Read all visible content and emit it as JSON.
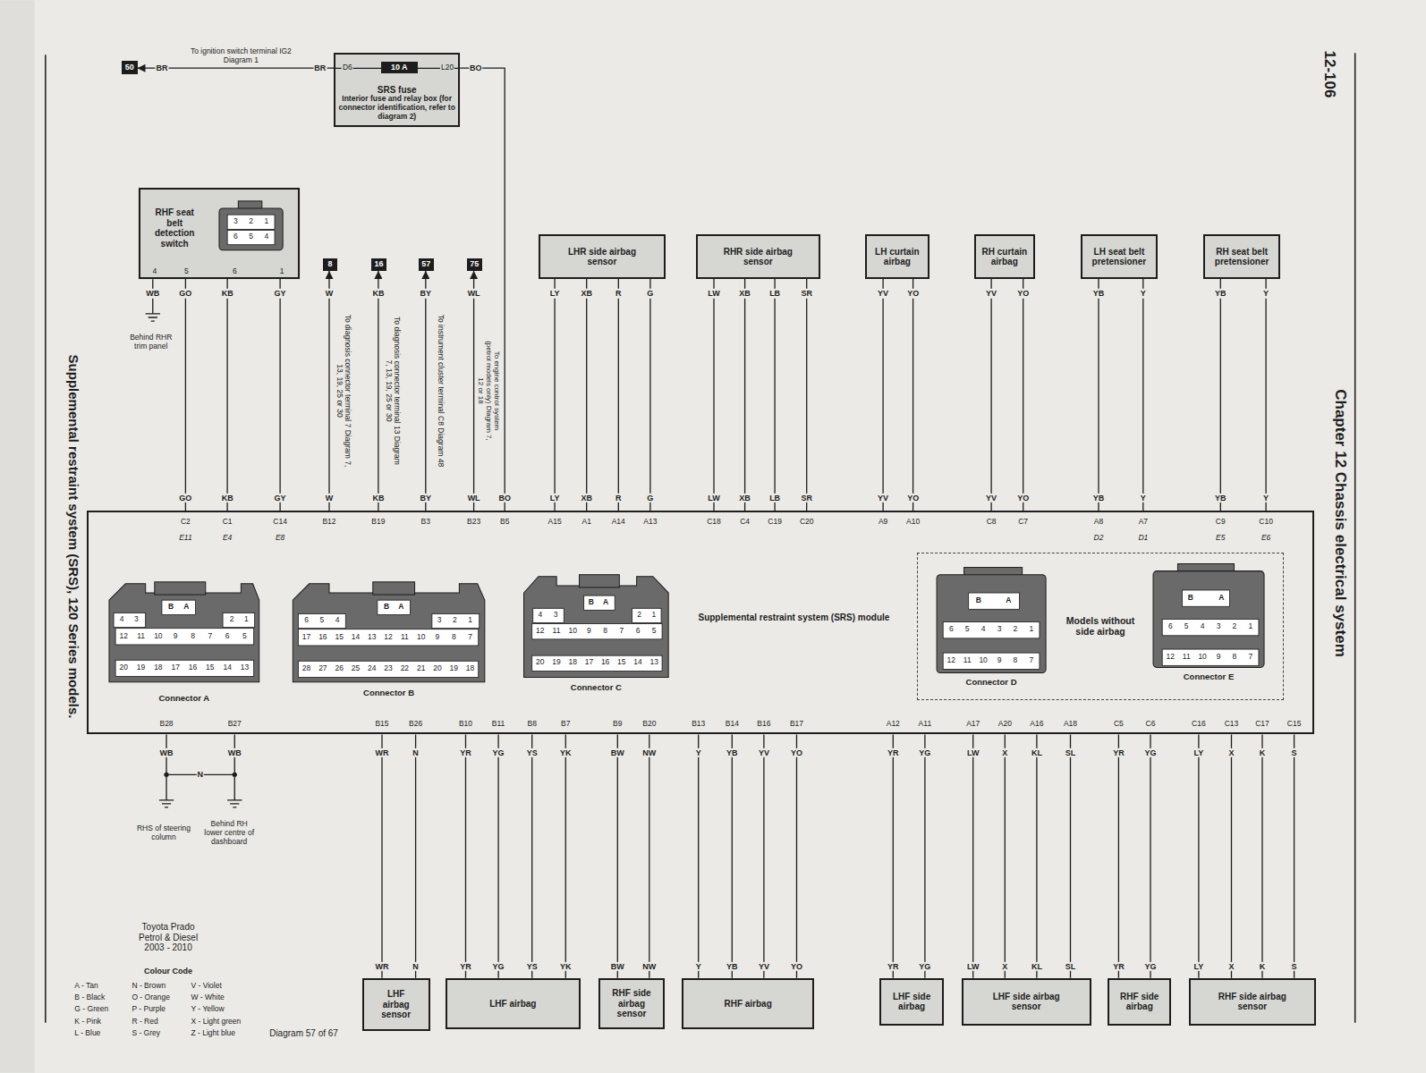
{
  "diagram": {
    "title": "Supplemental restraint system (SRS), 120 Series models.",
    "nodes": [
      {
        "text": [
          "50"
        ]
      },
      {
        "text": [
          "SRS fuse",
          "Interior fuse and relay box (for connector identification, refer to diagram 2)"
        ]
      },
      {
        "text": [
          "10 A"
        ],
        "in": 1
      },
      {
        "text": [
          "RHF seat belt detection switch"
        ]
      },
      {
        "text": [
          "8"
        ]
      },
      {
        "text": [
          "16"
        ]
      },
      {
        "text": [
          "57"
        ]
      },
      {
        "text": [
          "75"
        ]
      },
      {
        "text": [
          "LHR side airbag sensor"
        ]
      },
      {
        "text": [
          "RHR side airbag sensor"
        ]
      },
      {
        "text": [
          "LH curtain airbag"
        ]
      },
      {
        "text": [
          "RH curtain airbag"
        ]
      },
      {
        "text": [
          "LH seat belt pretensioner"
        ]
      },
      {
        "text": [
          "RH seat belt pretensioner"
        ]
      },
      {
        "text": [
          "Supplemental restraint system (SRS) module"
        ]
      },
      {
        "text": [
          "Connector A"
        ],
        "in": 14
      },
      {
        "text": [
          "Connector B"
        ],
        "in": 14
      },
      {
        "text": [
          "Connector C"
        ],
        "in": 14
      },
      {
        "text": [
          "Models without side airbag"
        ],
        "in": 14
      },
      {
        "text": [
          "Connector D"
        ],
        "in": 18
      },
      {
        "text": [
          "Connector E"
        ],
        "in": 18
      },
      {
        "text": [
          "LHF airbag sensor"
        ]
      },
      {
        "text": [
          "LHF airbag"
        ]
      },
      {
        "text": [
          "RHF side airbag sensor"
        ]
      },
      {
        "text": [
          "RHF airbag"
        ]
      },
      {
        "text": [
          "LHF side airbag"
        ]
      },
      {
        "text": [
          "LHF side airbag sensor"
        ]
      },
      {
        "text": [
          "RHF side airbag"
        ]
      },
      {
        "text": [
          "RHF side airbag sensor"
        ]
      }
    ],
    "edges": [
      {
        "from": 1,
        "to": 0,
        "arrow": "to"
      },
      {
        "from": 1,
        "to": 14,
        "arrow": "none"
      },
      {
        "from": 3,
        "to": 14,
        "arrow": "none"
      },
      {
        "from": 3,
        "to": 14,
        "arrow": "none"
      },
      {
        "from": 3,
        "to": 14,
        "arrow": "none"
      },
      {
        "from": 14,
        "to": 4,
        "arrow": "to"
      },
      {
        "from": 14,
        "to": 5,
        "arrow": "to"
      },
      {
        "from": 14,
        "to": 6,
        "arrow": "to"
      },
      {
        "from": 14,
        "to": 7,
        "arrow": "to"
      },
      {
        "from": 8,
        "to": 14,
        "arrow": "none"
      },
      {
        "from": 8,
        "to": 14,
        "arrow": "none"
      },
      {
        "from": 8,
        "to": 14,
        "arrow": "none"
      },
      {
        "from": 8,
        "to": 14,
        "arrow": "none"
      },
      {
        "from": 9,
        "to": 14,
        "arrow": "none"
      },
      {
        "from": 9,
        "to": 14,
        "arrow": "none"
      },
      {
        "from": 9,
        "to": 14,
        "arrow": "none"
      },
      {
        "from": 9,
        "to": 14,
        "arrow": "none"
      },
      {
        "from": 10,
        "to": 14,
        "arrow": "none"
      },
      {
        "from": 10,
        "to": 14,
        "arrow": "none"
      },
      {
        "from": 11,
        "to": 14,
        "arrow": "none"
      },
      {
        "from": 11,
        "to": 14,
        "arrow": "none"
      },
      {
        "from": 12,
        "to": 14,
        "arrow": "none"
      },
      {
        "from": 12,
        "to": 14,
        "arrow": "none"
      },
      {
        "from": 13,
        "to": 14,
        "arrow": "none"
      },
      {
        "from": 13,
        "to": 14,
        "arrow": "none"
      },
      {
        "from": 14,
        "to": 21,
        "arrow": "none"
      },
      {
        "from": 14,
        "to": 21,
        "arrow": "none"
      },
      {
        "from": 14,
        "to": 22,
        "arrow": "none"
      },
      {
        "from": 14,
        "to": 22,
        "arrow": "none"
      },
      {
        "from": 14,
        "to": 22,
        "arrow": "none"
      },
      {
        "from": 14,
        "to": 22,
        "arrow": "none"
      },
      {
        "from": 14,
        "to": 23,
        "arrow": "none"
      },
      {
        "from": 14,
        "to": 23,
        "arrow": "none"
      },
      {
        "from": 14,
        "to": 24,
        "arrow": "none"
      },
      {
        "from": 14,
        "to": 24,
        "arrow": "none"
      },
      {
        "from": 14,
        "to": 24,
        "arrow": "none"
      },
      {
        "from": 14,
        "to": 24,
        "arrow": "none"
      },
      {
        "from": 14,
        "to": 25,
        "arrow": "none"
      },
      {
        "from": 14,
        "to": 25,
        "arrow": "none"
      },
      {
        "from": 14,
        "to": 26,
        "arrow": "none"
      },
      {
        "from": 14,
        "to": 26,
        "arrow": "none"
      },
      {
        "from": 14,
        "to": 26,
        "arrow": "none"
      },
      {
        "from": 14,
        "to": 26,
        "arrow": "none"
      },
      {
        "from": 14,
        "to": 27,
        "arrow": "none"
      },
      {
        "from": 14,
        "to": 27,
        "arrow": "none"
      },
      {
        "from": 14,
        "to": 28,
        "arrow": "none"
      },
      {
        "from": 14,
        "to": 28,
        "arrow": "none"
      },
      {
        "from": 14,
        "to": 28,
        "arrow": "none"
      },
      {
        "from": 14,
        "to": 28,
        "arrow": "none"
      }
    ],
    "labels": [
      "12-106",
      "Chapter 12 Chassis electrical system",
      "BR",
      "To ignition switch terminal IG2 Diagram 1",
      "BR",
      "D6",
      "L20",
      "BO",
      "3",
      "2",
      "1",
      "6",
      "5",
      "4",
      "4",
      "5",
      "6",
      "1",
      "WB",
      "Behind RHR trim panel",
      "To diagnosis connector terminal 7 Diagram 7, 13, 19, 25 or 30",
      "To diagnosis connector terminal 13 Diagram 7, 13, 19, 25 or 30",
      "To instrument cluster terminal C8 Diagram 48",
      "To engine control system (petrol models only) Diagram 7, 12 or 18",
      "GO",
      "GO",
      "C2",
      "E11",
      "KB",
      "KB",
      "C1",
      "E4",
      "GY",
      "GY",
      "C14",
      "E8",
      "W",
      "W",
      "B12",
      "KB",
      "KB",
      "B19",
      "BY",
      "BY",
      "B3",
      "WL",
      "WL",
      "B23",
      "BO",
      "B5",
      "LY",
      "LY",
      "A15",
      "XB",
      "XB",
      "A1",
      "R",
      "R",
      "A14",
      "G",
      "G",
      "A13",
      "LW",
      "LW",
      "C18",
      "XB",
      "XB",
      "C4",
      "LB",
      "LB",
      "C19",
      "SR",
      "SR",
      "C20",
      "YV",
      "YV",
      "A9",
      "YO",
      "YO",
      "A10",
      "YV",
      "YV",
      "C8",
      "YO",
      "YO",
      "C7",
      "YB",
      "YB",
      "A8",
      "D2",
      "Y",
      "Y",
      "A7",
      "D1",
      "YB",
      "YB",
      "C9",
      "E5",
      "Y",
      "Y",
      "C10",
      "E6",
      "B",
      "A",
      "4",
      "3",
      "2",
      "1",
      "12",
      "11",
      "10",
      "9",
      "8",
      "7",
      "6",
      "5",
      "20",
      "19",
      "18",
      "17",
      "16",
      "15",
      "14",
      "13",
      "B",
      "A",
      "6",
      "5",
      "4",
      "3",
      "2",
      "1",
      "17",
      "16",
      "15",
      "14",
      "13",
      "12",
      "11",
      "10",
      "9",
      "8",
      "7",
      "28",
      "27",
      "26",
      "25",
      "24",
      "23",
      "22",
      "21",
      "20",
      "19",
      "18",
      "B",
      "A",
      "4",
      "3",
      "2",
      "1",
      "12",
      "11",
      "10",
      "9",
      "8",
      "7",
      "6",
      "5",
      "20",
      "19",
      "18",
      "17",
      "16",
      "15",
      "14",
      "13",
      "B",
      "A",
      "6",
      "5",
      "4",
      "3",
      "2",
      "1",
      "12",
      "11",
      "10",
      "9",
      "8",
      "7",
      "B",
      "A",
      "6",
      "5",
      "4",
      "3",
      "2",
      "1",
      "12",
      "11",
      "10",
      "9",
      "8",
      "7",
      "B28",
      "WB",
      "B27",
      "WB",
      "B15",
      "WR",
      "WR",
      "B26",
      "N",
      "N",
      "B10",
      "YR",
      "YR",
      "B11",
      "YG",
      "YG",
      "B8",
      "YS",
      "YS",
      "B7",
      "YK",
      "YK",
      "B9",
      "BW",
      "BW",
      "B20",
      "NW",
      "NW",
      "B13",
      "Y",
      "Y",
      "B14",
      "YB",
      "YB",
      "B16",
      "YV",
      "YV",
      "B17",
      "YO",
      "YO",
      "A12",
      "YR",
      "YR",
      "A11",
      "YG",
      "YG",
      "A17",
      "LW",
      "LW",
      "A20",
      "X",
      "X",
      "A16",
      "KL",
      "KL",
      "A18",
      "SL",
      "SL",
      "C5",
      "YR",
      "YR",
      "C6",
      "YG",
      "YG",
      "C16",
      "LY",
      "LY",
      "C13",
      "X",
      "X",
      "C17",
      "K",
      "K",
      "C15",
      "S",
      "S",
      "N",
      "RHS of steering column",
      "Behind RH lower centre of dashboard",
      "Toyota Prado Petrol & Diesel 2003 - 2010",
      "Colour Code",
      "Diagram 57 of 67"
    ],
    "legend": [
      {
        "text": "A - Tan"
      },
      {
        "text": "B - Black"
      },
      {
        "text": "G - Green"
      },
      {
        "text": "K - Pink"
      },
      {
        "text": "L - Blue"
      },
      {
        "text": "N - Brown"
      },
      {
        "text": "O - Orange"
      },
      {
        "text": "P - Purple"
      },
      {
        "text": "R - Red"
      },
      {
        "text": "S - Grey"
      },
      {
        "text": "V - Violet"
      },
      {
        "text": "W - White"
      },
      {
        "text": "Y - Yellow"
      },
      {
        "text": "X - Light green"
      },
      {
        "text": "Z - Light blue"
      }
    ]
  }
}
